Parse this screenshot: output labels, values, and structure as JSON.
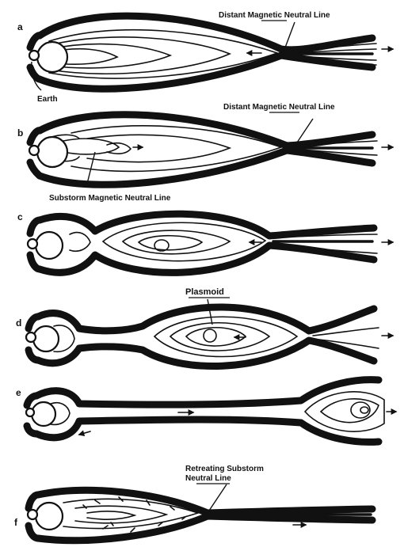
{
  "panels": [
    "a",
    "b",
    "c",
    "d",
    "e",
    "f"
  ],
  "labels": {
    "earth": "Earth",
    "distant_neutral_line_a": "Distant Magnetic Neutral Line",
    "distant_neutral_line_b": "Distant Magnetic Neutral Line",
    "substorm_neutral_line": "Substorm Magnetic Neutral Line",
    "plasmoid": "Plasmoid",
    "retreating_line1": "Retreating Substorm",
    "retreating_line2": "Neutral Line"
  }
}
